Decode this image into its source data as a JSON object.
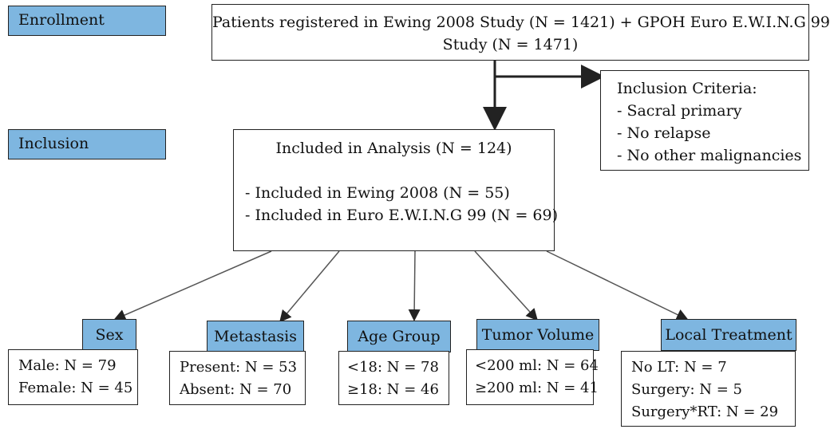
{
  "stages": {
    "enrollment": "Enrollment",
    "inclusion": "Inclusion"
  },
  "registered": {
    "line1": "Patients registered in Ewing 2008 Study (N = 1421) + GPOH Euro E.W.I.N.G 99",
    "line2": "Study (N = 1471)"
  },
  "criteria": {
    "title": "Inclusion Criteria:",
    "items": [
      "- Sacral primary",
      "- No relapse",
      "- No other malignancies"
    ]
  },
  "analysis": {
    "title": "Included in Analysis (N = 124)",
    "items": [
      "- Included in Ewing 2008 (N = 55)",
      "- Included in Euro E.W.I.N.G 99 (N = 69)"
    ]
  },
  "categories": [
    {
      "header": "Sex",
      "lines": [
        "Male: N = 79",
        "Female: N = 45"
      ]
    },
    {
      "header": "Metastasis",
      "lines": [
        "Present: N = 53",
        "Absent: N = 70"
      ]
    },
    {
      "header": "Age Group",
      "lines": [
        "<18: N = 78",
        "≥18: N = 46"
      ]
    },
    {
      "header": "Tumor Volume",
      "lines": [
        "<200 ml: N = 64",
        "≥200 ml: N = 41"
      ]
    },
    {
      "header": "Local Treatment",
      "lines": [
        "No LT: N = 7",
        "Surgery: N = 5",
        "Surgery*RT: N = 29"
      ]
    }
  ]
}
